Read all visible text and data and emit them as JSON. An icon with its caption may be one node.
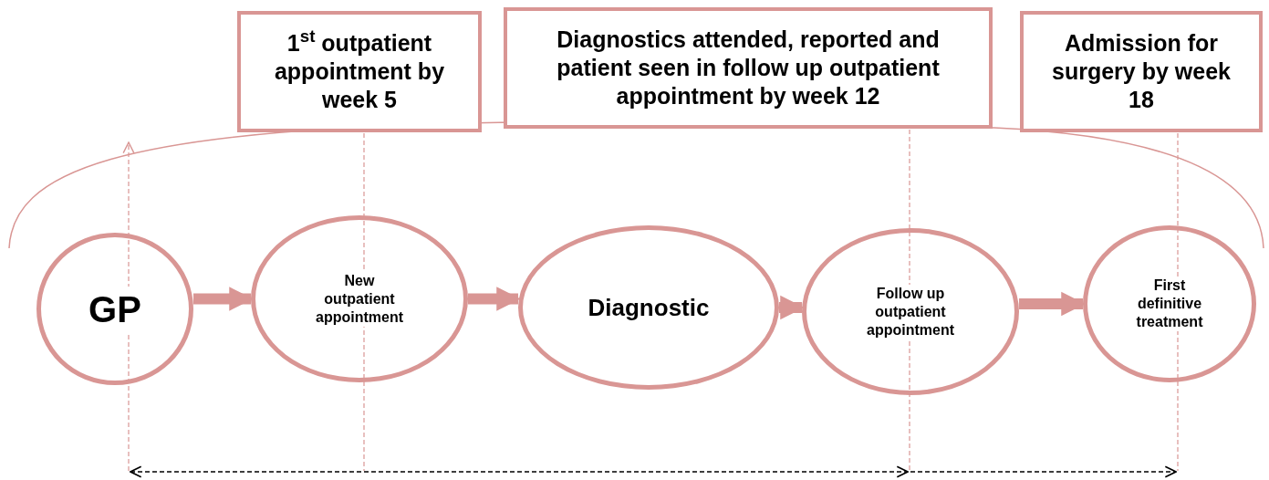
{
  "diagram": {
    "nodes": [
      {
        "text": [
          "1$^{st}$ outpatient appointment by week 5"
        ]
      },
      {
        "text": [
          "Diagnostics attended, reported and patient seen in follow up outpatient appointment by week 12"
        ]
      },
      {
        "text": [
          "Admission for surgery by week 18"
        ]
      },
      {
        "text": [
          "GP"
        ]
      },
      {
        "text": [
          "New outpatient appointment"
        ]
      },
      {
        "text": [
          "Diagnostic"
        ]
      },
      {
        "text": [
          "Follow up outpatient appointment"
        ]
      },
      {
        "text": [
          "First definitive treatment"
        ]
      }
    ],
    "edges": [
      {
        "from": 3,
        "to": 4,
        "arrow": "to"
      },
      {
        "from": 4,
        "to": 5,
        "arrow": "to"
      },
      {
        "from": 5,
        "to": 6,
        "arrow": "to"
      },
      {
        "from": 6,
        "to": 7,
        "arrow": "to"
      }
    ]
  }
}
